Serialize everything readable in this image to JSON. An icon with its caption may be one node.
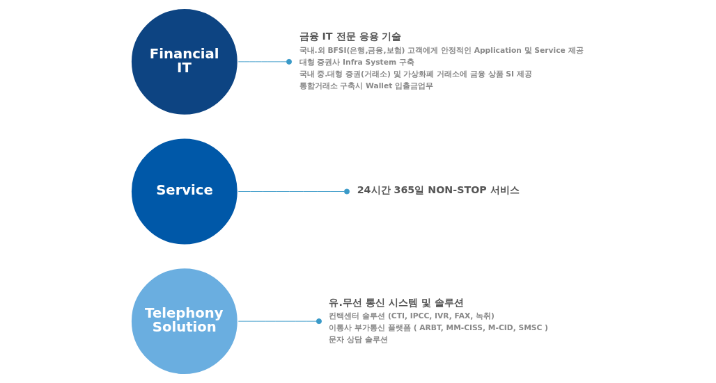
{
  "diagram": {
    "nodes": [
      {
        "text": [
          "Financial IT"
        ]
      },
      {
        "text": [
          "Service"
        ]
      },
      {
        "text": [
          "Telephony Solution"
        ]
      },
      {
        "text": [
          "금융 IT 전문 응용 기술",
          "국내.외 BFSI(은행,금융,보험) 고객에게 안정적인 Application 및 Service 제공",
          "대형 증권사 Infra System 구축",
          "국내 중.대형 증권(거래소) 및 가상화폐 거래소에 금융 상품 SI 제공",
          "통합거래소 구축시 Wallet 입출금업무"
        ]
      },
      {
        "text": [
          "유.무선 통신 시스템 및 솔루션",
          "컨택센터 솔루션 (CTI, IPCC, IVR, FAX, 녹취)",
          "이통사 부가통신 플랫폼 ( ARBT, MM-CISS, M-CID, SMSC )",
          "문자 상담 솔루션"
        ]
      },
      {
        "text": [
          "24시간 365일 NON-STOP 서비스"
        ]
      }
    ],
    "edges": [
      {
        "from": 0,
        "to": 3,
        "arrow": "other"
      },
      {
        "from": 2,
        "to": 4,
        "arrow": "other"
      },
      {
        "from": 1,
        "to": 5,
        "arrow": "other"
      }
    ]
  }
}
